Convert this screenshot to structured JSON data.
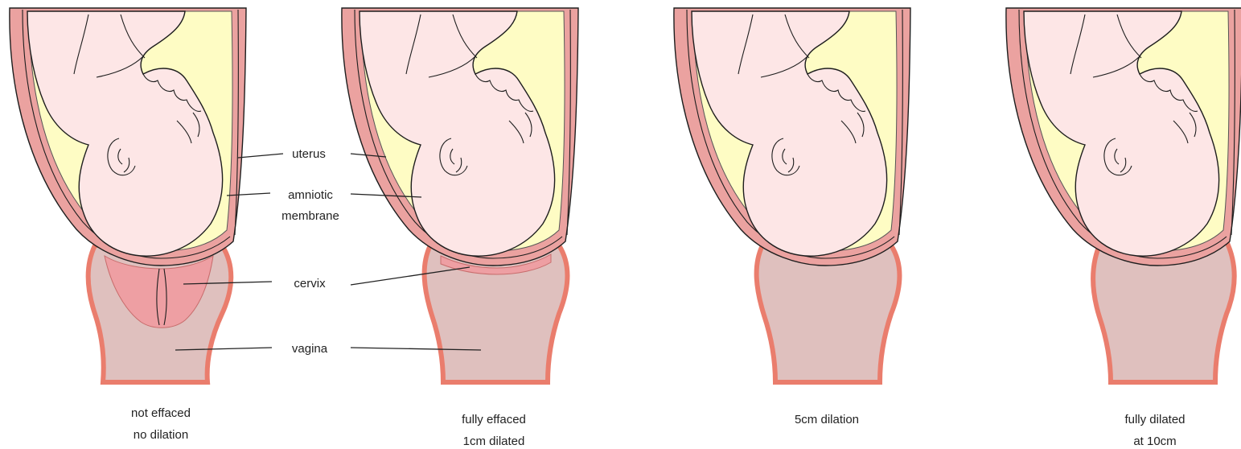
{
  "colors": {
    "uterus_wall": "#eba2a0",
    "wall_dark": "#e07a72",
    "fluid": "#fefcc4",
    "baby": "#fde6e6",
    "cervix": "#ee9fa3",
    "vagina": "#dfc0be",
    "vagina_edge": "#ea7d6d"
  },
  "labels": {
    "uterus": "uterus",
    "amniotic_line1": "amniotic",
    "amniotic_line2": "membrane",
    "cervix": "cervix",
    "vagina": "vagina"
  },
  "stages": [
    {
      "caption_line1": "not effaced",
      "caption_line2": "no dilation"
    },
    {
      "caption_line1": "fully effaced",
      "caption_line2": "1cm dilated"
    },
    {
      "caption_line1": "5cm dilation",
      "caption_line2": ""
    },
    {
      "caption_line1": "fully dilated",
      "caption_line2": "at 10cm"
    }
  ]
}
